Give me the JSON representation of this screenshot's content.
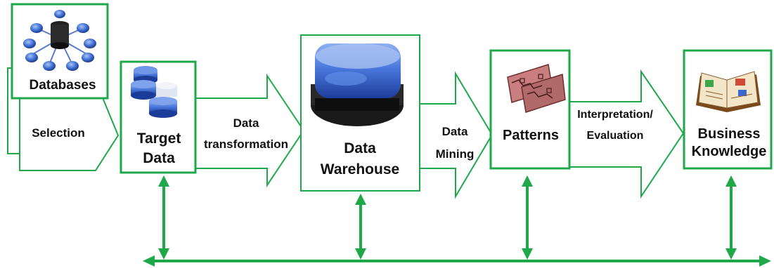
{
  "colors": {
    "green": "#1fa84a",
    "arrow_fill": "#ffffff",
    "text": "#111111"
  },
  "nodes": {
    "databases": {
      "label": "Databases",
      "icon": "database-cluster-icon"
    },
    "target_data": {
      "line1": "Target",
      "line2": "Data",
      "icon": "database-stack-icon"
    },
    "data_warehouse": {
      "line1": "Data",
      "line2": "Warehouse",
      "icon": "warehouse-disk-icon"
    },
    "patterns": {
      "label": "Patterns",
      "icon": "patterns-map-icon"
    },
    "business_knowledge": {
      "line1": "Business",
      "line2": "Knowledge",
      "icon": "open-book-icon"
    }
  },
  "steps": {
    "selection": {
      "label": "Selection"
    },
    "data_transformation": {
      "line1": "Data",
      "line2": "transformation"
    },
    "data_mining": {
      "line1": "Data",
      "line2": "Mining"
    },
    "interpretation": {
      "line1": "Interpretation/",
      "line2": "Evaluation"
    }
  }
}
